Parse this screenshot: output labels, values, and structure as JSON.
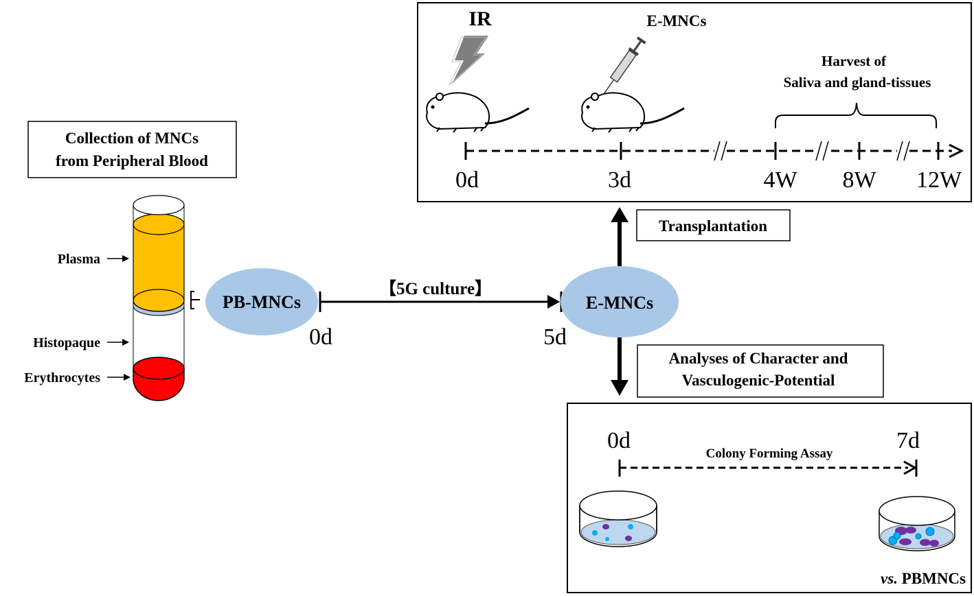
{
  "collection_box": {
    "line1": "Collection of MNCs",
    "line2": "from Peripheral Blood"
  },
  "tube_labels": {
    "plasma": "Plasma",
    "histopaque": "Histopaque",
    "erythrocytes": "Erythrocytes"
  },
  "pb_mncs": {
    "label": "PB-MNCs",
    "day": "0d"
  },
  "culture": {
    "label": "【5G culture】",
    "end_day": "5d"
  },
  "e_mncs": {
    "label": "E-MNCs"
  },
  "transplantation": {
    "label": "Transplantation"
  },
  "analyses": {
    "line1": "Analyses of Character and",
    "line2": "Vasculogenic-Potential"
  },
  "in_vivo": {
    "ir_label": "IR",
    "injection_label": "E-MNCs",
    "harvest_line1": "Harvest of",
    "harvest_line2": "Saliva and gland-tissues",
    "timepoints": [
      "0d",
      "3d",
      "4W",
      "8W",
      "12W"
    ]
  },
  "in_vitro": {
    "start": "0d",
    "end": "7d",
    "assay": "Colony  Forming  Assay",
    "vs_prefix": "vs.",
    "vs_label": " PBMNCs"
  },
  "colors": {
    "ellipse": "#a9c8e8",
    "plasma": "#ffc000",
    "erythrocytes": "#ff0000",
    "layer": "#b4c7e7",
    "dish_medium": "#bdd7ee",
    "colony_purple": "#7030a0",
    "colony_blue": "#00b0f0"
  }
}
